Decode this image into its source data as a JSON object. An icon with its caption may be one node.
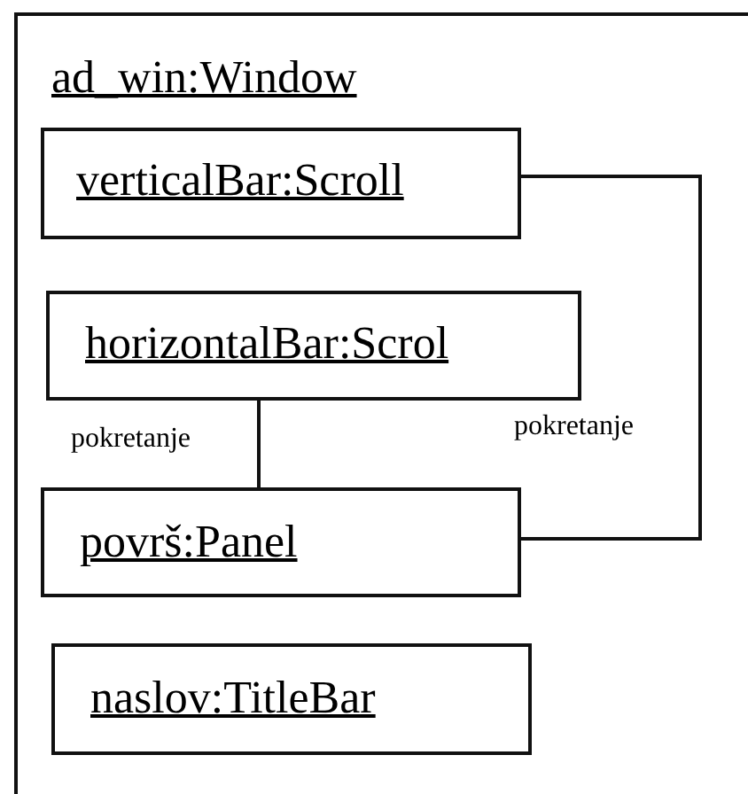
{
  "diagram": {
    "nodes": [
      {
        "text": [
          "ad_win:Window"
        ]
      },
      {
        "text": [
          "verticalBar:Scroll"
        ],
        "in": 0
      },
      {
        "text": [
          "horizontalBar:Scrol"
        ],
        "in": 0
      },
      {
        "text": [
          "površ:Panel"
        ],
        "in": 0
      },
      {
        "text": [
          "naslov:TitleBar"
        ],
        "in": 0
      }
    ],
    "edges": [
      {
        "from": 1,
        "to": 3,
        "arrow": "none",
        "label": "pokretanje"
      },
      {
        "from": 2,
        "to": 3,
        "arrow": "none",
        "label": "pokretanje"
      }
    ]
  }
}
